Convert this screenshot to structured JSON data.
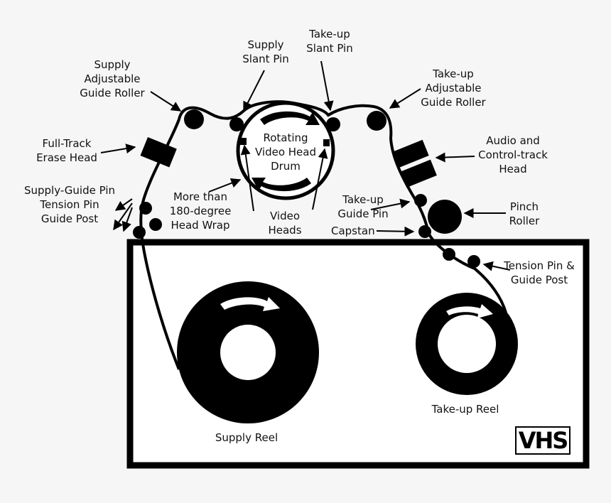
{
  "colors": {
    "background": "#f6f6f6",
    "ink": "#000000",
    "cassette_fill": "#ffffff"
  },
  "labels": {
    "supply_adjustable_guide_roller": "Supply\nAdjustable\nGuide Roller",
    "supply_slant_pin": "Supply\nSlant Pin",
    "takeup_slant_pin": "Take-up\nSlant Pin",
    "takeup_adjustable_guide_roller": "Take-up\nAdjustable\nGuide Roller",
    "full_track_erase_head": "Full-Track\nErase Head",
    "rotating_video_head_drum": "Rotating\nVideo Head\nDrum",
    "audio_control_track_head": "Audio and\nControl-track\nHead",
    "supply_guide_tension_post": "Supply-Guide Pin\nTension Pin\nGuide Post",
    "head_wrap": "More than\n180-degree\nHead Wrap",
    "video_heads": "Video\nHeads",
    "takeup_guide_pin": "Take-up\nGuide Pin",
    "capstan": "Capstan",
    "pinch_roller": "Pinch\nRoller",
    "tension_pin_guide_post": "Tension Pin &\nGuide Post",
    "supply_reel": "Supply Reel",
    "takeup_reel": "Take-up Reel",
    "vhs_logo": "VHS"
  }
}
